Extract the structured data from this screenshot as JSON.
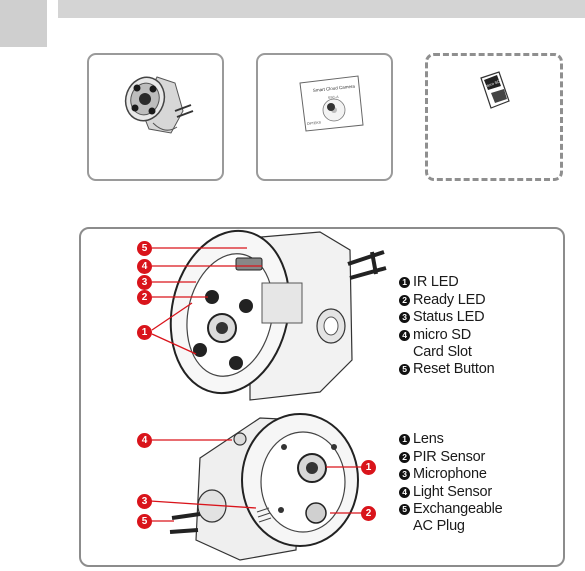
{
  "package_contents": {
    "cd_sleeve_title": "Smart Cloud Camera",
    "cd_sleeve_subtitle": "SSC-A",
    "cd_sleeve_brand": "OPTEKS",
    "sd_card_text": "micro SD"
  },
  "top_view": {
    "callouts": [
      "1",
      "2",
      "3",
      "4",
      "5"
    ],
    "legend": [
      {
        "num": "1",
        "label": "IR LED"
      },
      {
        "num": "2",
        "label": "Ready LED"
      },
      {
        "num": "3",
        "label": "Status LED"
      },
      {
        "num": "4",
        "label": "micro SD\nCard Slot"
      },
      {
        "num": "5",
        "label": "Reset Button"
      }
    ]
  },
  "bottom_view": {
    "callouts": [
      "1",
      "2",
      "3",
      "4",
      "5"
    ],
    "legend": [
      {
        "num": "1",
        "label": "Lens"
      },
      {
        "num": "2",
        "label": "PIR Sensor"
      },
      {
        "num": "3",
        "label": "Microphone"
      },
      {
        "num": "4",
        "label": "Light Sensor"
      },
      {
        "num": "5",
        "label": "Exchangeable\nAC Plug"
      }
    ]
  },
  "colors": {
    "callout": "#d9141b",
    "frame": "#8c8c8c"
  }
}
